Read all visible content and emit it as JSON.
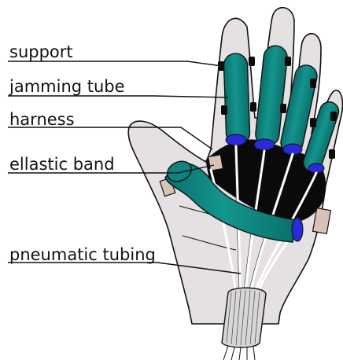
{
  "figure": {
    "labels": {
      "support": "support",
      "jamming_tube": "jamming tube",
      "harness": "harness",
      "elastic_band": "ellastic band",
      "pneumatic_tubing": "pneumatic tubing"
    },
    "colors": {
      "hand_fill": "#e5e0e1",
      "outline": "#111111",
      "jamming_tube": "#0e827c",
      "jamming_tube_highlight": "#3fb5ae",
      "connector": "#2a2ad8",
      "harness": "#0a0a0a",
      "elastic_band": "#d8c2b6",
      "tubing": "#ffffff"
    }
  }
}
